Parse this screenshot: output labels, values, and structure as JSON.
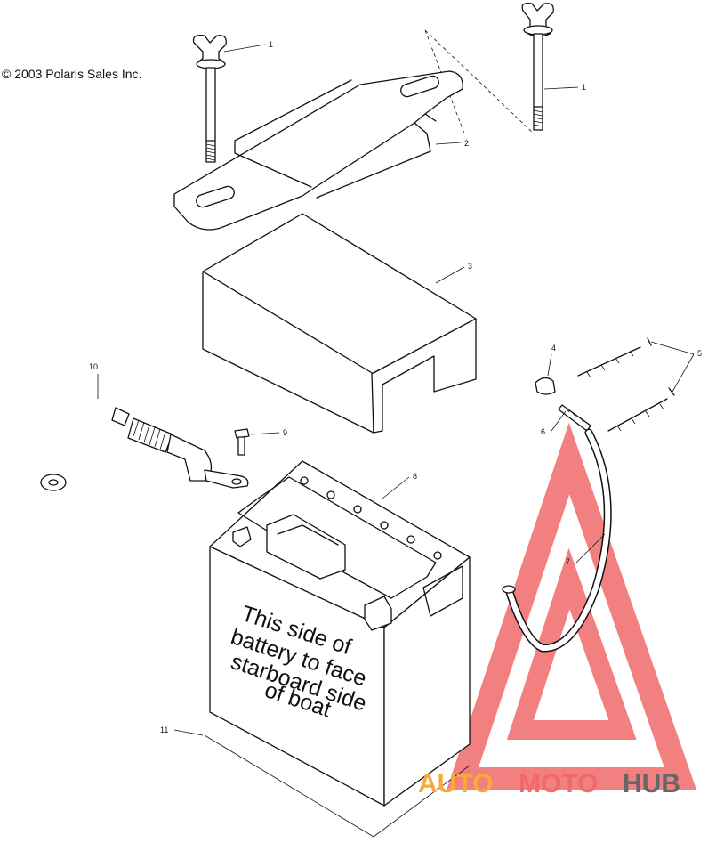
{
  "copyright": "© 2003 Polaris Sales Inc.",
  "callouts": [
    {
      "id": "1a",
      "text": "1"
    },
    {
      "id": "1b",
      "text": "1"
    },
    {
      "id": "2",
      "text": "2"
    },
    {
      "id": "3",
      "text": "3"
    },
    {
      "id": "4",
      "text": "4"
    },
    {
      "id": "5",
      "text": "5"
    },
    {
      "id": "6",
      "text": "6"
    },
    {
      "id": "7",
      "text": "7"
    },
    {
      "id": "8",
      "text": "8"
    },
    {
      "id": "9",
      "text": "9"
    },
    {
      "id": "10",
      "text": "10"
    },
    {
      "id": "11",
      "text": "11"
    }
  ],
  "battery_label": [
    "This side of",
    "battery to face",
    "starboard side",
    "of boat"
  ],
  "watermark": {
    "part1": "AUTO",
    "part2": "MOTO",
    "part3": "HUB",
    "color_orange": "#f7a93a",
    "color_red": "#f06a6a",
    "color_gray": "#666666",
    "logo_color": "#f26b6b"
  }
}
